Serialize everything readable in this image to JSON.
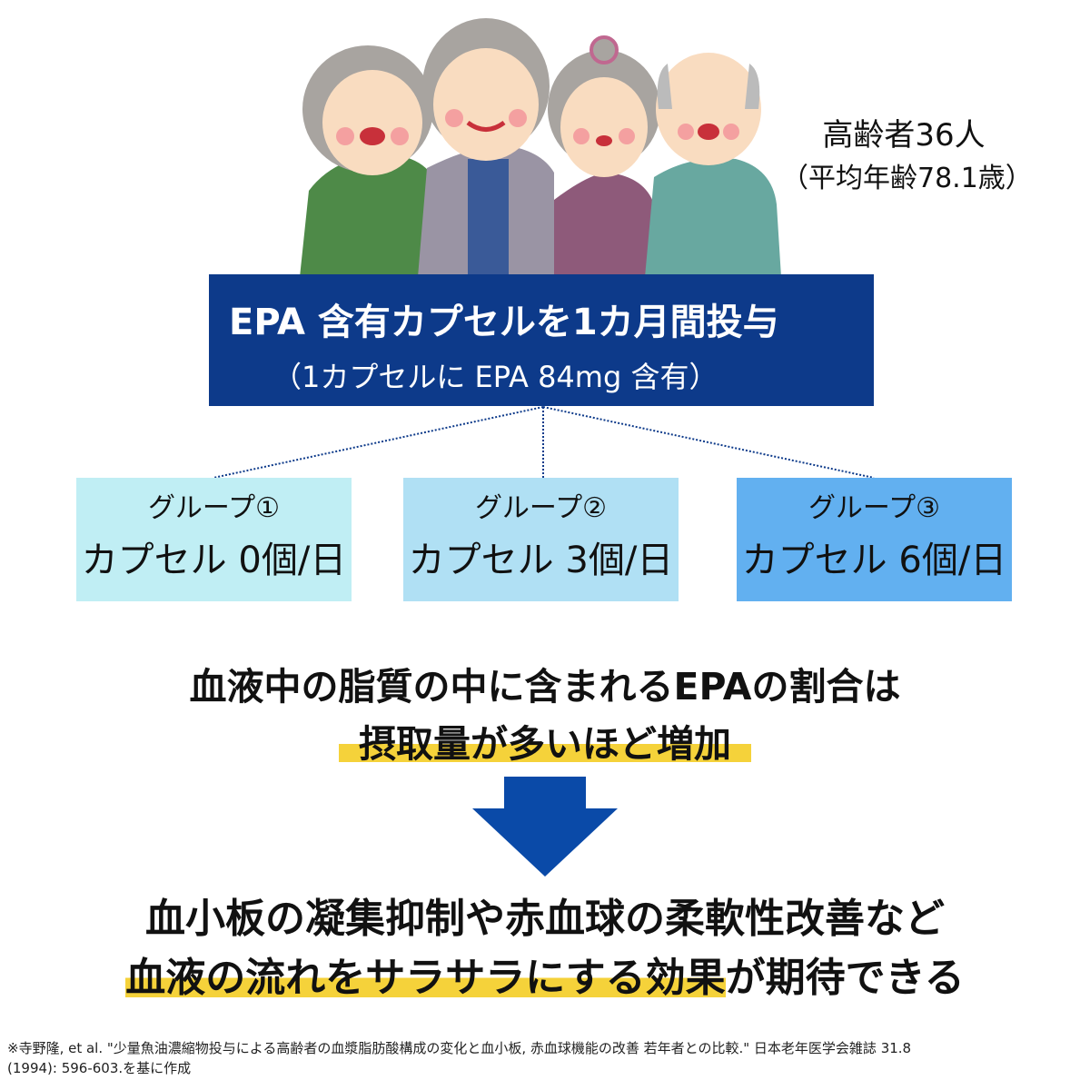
{
  "subjects": {
    "count": "高齢者36人",
    "age": "（平均年齢78.1歳）"
  },
  "intervention": {
    "title": "EPA 含有カプセルを1カ月間投与",
    "detail": "（1カプセルに EPA 84mg 含有）"
  },
  "groups": [
    {
      "label": "グループ①",
      "dose": "カプセル 0個/日",
      "color": "#c0eef4"
    },
    {
      "label": "グループ②",
      "dose": "カプセル 3個/日",
      "color": "#b0e0f4"
    },
    {
      "label": "グループ③",
      "dose": "カプセル 6個/日",
      "color": "#62b0f0"
    }
  ],
  "result": {
    "line1": "血液中の脂質の中に含まれるEPAの割合は",
    "line2": "摂取量が多いほど増加"
  },
  "conclusion": {
    "line1": "血小板の凝集抑制や赤血球の柔軟性改善など",
    "line2_highlight": "血液の流れをサラサラにする効果",
    "line2_rest": "が期待できる"
  },
  "footnote": {
    "line1": "※寺野隆, et al. \"少量魚油濃縮物投与による高齢者の血漿脂肪酸構成の変化と血小板, 赤血球機能の改善 若年者との比較.\" 日本老年医学会雑誌 31.8",
    "line2": "(1994): 596-603.を基に作成"
  },
  "colors": {
    "navy": "#0d3a8a",
    "arrow": "#0a4aa8",
    "highlight": "#f5d23a"
  }
}
